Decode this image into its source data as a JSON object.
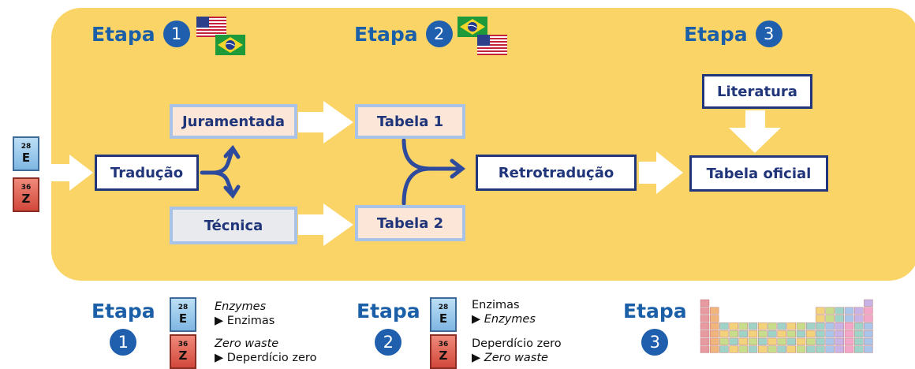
{
  "stage_heading": "Etapa",
  "stage_numbers": [
    "1",
    "2",
    "3"
  ],
  "nodes": {
    "traducao": "Tradução",
    "juramentada": "Juramentada",
    "tecnica": "Técnica",
    "tabela1": "Tabela 1",
    "tabela2": "Tabela 2",
    "retrotraducao": "Retrotradução",
    "literatura": "Literatura",
    "tabela_oficial": "Tabela oficial"
  },
  "tiles": {
    "e": {
      "number": "28",
      "symbol": "E"
    },
    "z": {
      "number": "36",
      "symbol": "Z"
    }
  },
  "legend": {
    "stage1": {
      "e_line1": "Enzymes",
      "e_line2": "Enzimas",
      "z_line1": "Zero waste",
      "z_line2": "Deperdício zero"
    },
    "stage2": {
      "e_line1": "Enzimas",
      "e_line2": "Enzymes",
      "z_line1": "Deperdício zero",
      "z_line2": "Zero waste"
    }
  },
  "colors": {
    "panel": "#fbd467",
    "accent_blue": "#1f5fae",
    "node_border": "#20357a",
    "juramentada_fill": "#fbe6d7",
    "tecnica_fill": "#e9eaee",
    "tabela_fill": "#fbe6d7"
  },
  "icons": [
    "us-flag-icon",
    "brazil-flag-icon",
    "periodic-table-icon",
    "play-triangle-icon"
  ]
}
